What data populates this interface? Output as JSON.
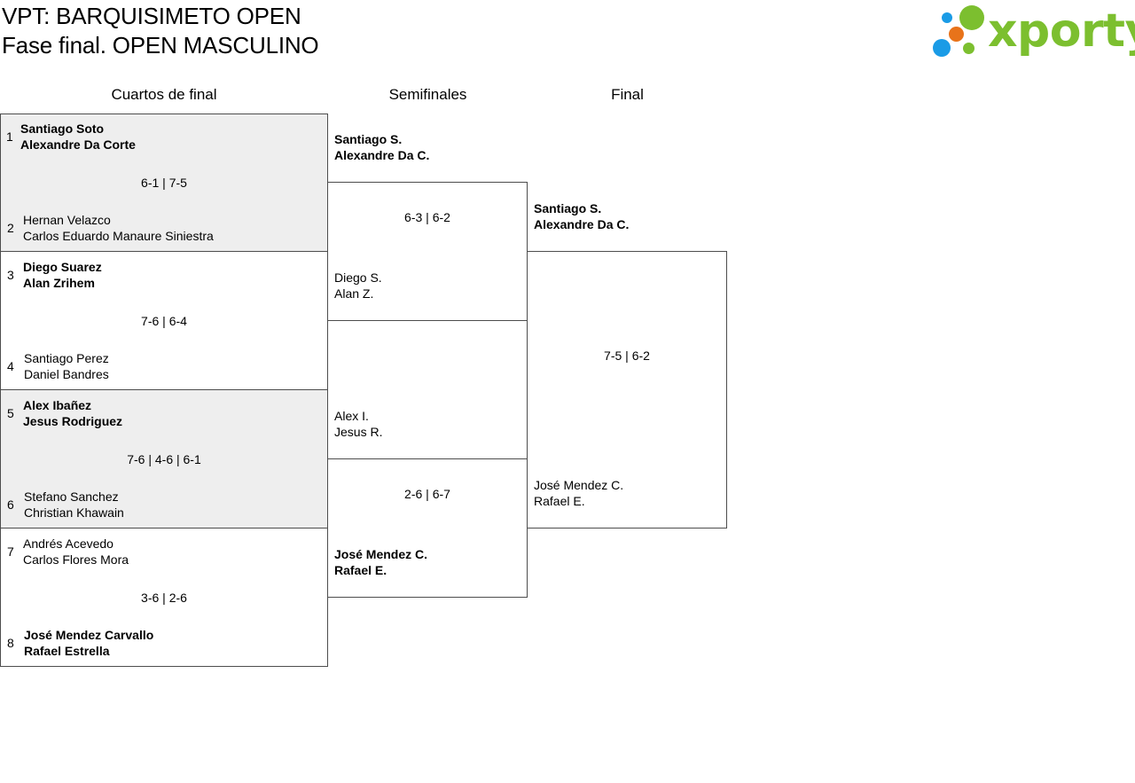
{
  "title_line1": "VPT: BARQUISIMETO OPEN",
  "title_line2": "Fase final. OPEN MASCULINO",
  "logo": {
    "text": "xporty",
    "colors": {
      "green": "#7cbf2f",
      "blue": "#1a9be6",
      "orange": "#e8731a"
    }
  },
  "headers": {
    "quarterfinals": "Cuartos de final",
    "semifinals": "Semifinales",
    "final": "Final"
  },
  "quarterfinals": [
    {
      "score": "6-1 | 7-5",
      "top": {
        "seed": "1",
        "p1": "Santiago Soto",
        "p2": "Alexandre Da Corte",
        "winner": true
      },
      "bottom": {
        "seed": "2",
        "p1": "Hernan Velazco",
        "p2": "Carlos Eduardo Manaure Siniestra",
        "winner": false
      }
    },
    {
      "score": "7-6 | 6-4",
      "top": {
        "seed": "3",
        "p1": "Diego Suarez",
        "p2": "Alan Zrihem",
        "winner": true
      },
      "bottom": {
        "seed": "4",
        "p1": "Santiago Perez",
        "p2": "Daniel Bandres",
        "winner": false
      }
    },
    {
      "score": "7-6 | 4-6 | 6-1",
      "top": {
        "seed": "5",
        "p1": "Alex Ibañez",
        "p2": "Jesus Rodriguez",
        "winner": true
      },
      "bottom": {
        "seed": "6",
        "p1": "Stefano Sanchez",
        "p2": "Christian Khawain",
        "winner": false
      }
    },
    {
      "score": "3-6 | 2-6",
      "top": {
        "seed": "7",
        "p1": "Andrés Acevedo",
        "p2": "Carlos Flores Mora",
        "winner": false
      },
      "bottom": {
        "seed": "8",
        "p1": "José Mendez Carvallo",
        "p2": "Rafael Estrella",
        "winner": true
      }
    }
  ],
  "semifinals": [
    {
      "score": "6-3 | 6-2",
      "top": {
        "p1": "Santiago S.",
        "p2": "Alexandre Da C.",
        "winner": true
      },
      "bottom": {
        "p1": "Diego S.",
        "p2": "Alan Z.",
        "winner": false
      }
    },
    {
      "score": "2-6 | 6-7",
      "top": {
        "p1": "Alex I.",
        "p2": "Jesus R.",
        "winner": false
      },
      "bottom": {
        "p1": "José Mendez C.",
        "p2": "Rafael E.",
        "winner": true
      }
    }
  ],
  "final": {
    "score": "7-5 | 6-2",
    "top": {
      "p1": "Santiago S.",
      "p2": "Alexandre Da C.",
      "winner": true
    },
    "bottom": {
      "p1": "José Mendez C.",
      "p2": "Rafael E.",
      "winner": false
    }
  }
}
